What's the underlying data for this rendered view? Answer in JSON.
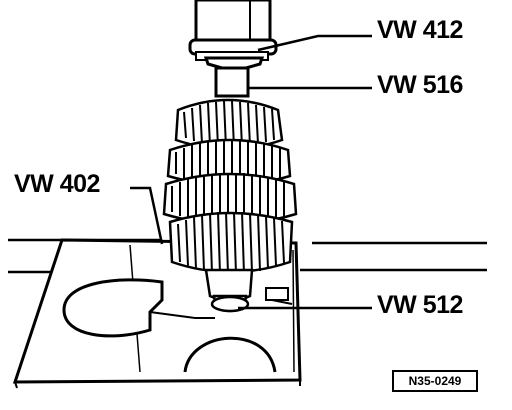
{
  "callouts": {
    "vw412": "VW 412",
    "vw516": "VW 516",
    "vw402": "VW 402",
    "vw512": "VW 512"
  },
  "reference_code": "N35-0249",
  "colors": {
    "ink": "#000000",
    "paper": "#ffffff"
  }
}
